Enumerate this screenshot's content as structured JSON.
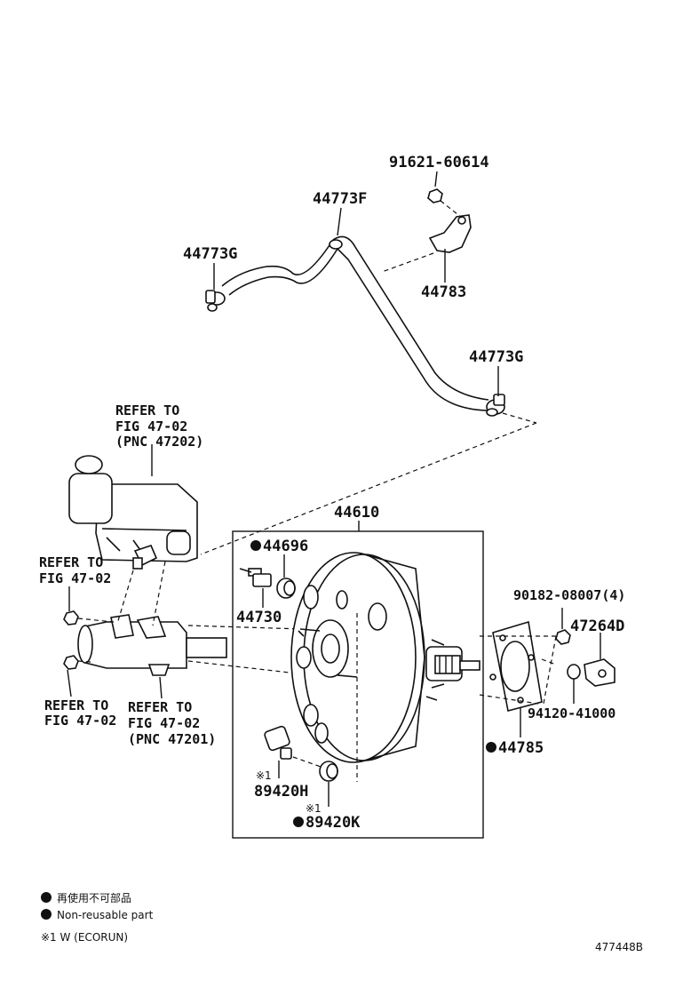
{
  "parts": {
    "p91621": "91621-60614",
    "p44773F": "44773F",
    "p44773G_left": "44773G",
    "p44783": "44783",
    "p44773G_right": "44773G",
    "p44610": "44610",
    "p44696": "44696",
    "p44730": "44730",
    "p90182": "90182-08007(4)",
    "p47264D": "47264D",
    "p94120": "94120-41000",
    "p44785": "44785",
    "p89420H": "89420H",
    "p89420K": "89420K",
    "mark_89420H": "※1",
    "mark_89420K": "※1"
  },
  "refs": {
    "reservoir": [
      "REFER TO",
      "FIG 47-02",
      "(PNC 47202)"
    ],
    "left_top": [
      "REFER TO",
      "FIG 47-02"
    ],
    "left_bottom": [
      "REFER TO",
      "FIG 47-02"
    ],
    "master_cyl": [
      "REFER TO",
      "FIG 47-02",
      "(PNC 47201)"
    ]
  },
  "legend": {
    "jp": "再使用不可部品",
    "en": "Non-reusable part",
    "note": "※1 W (ECORUN)"
  },
  "figure_id": "477448B"
}
